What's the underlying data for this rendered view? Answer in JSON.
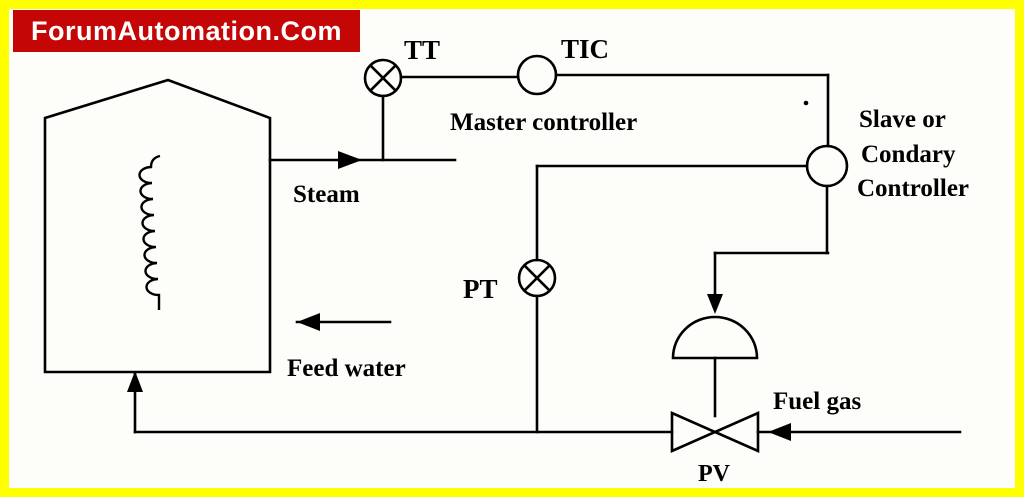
{
  "banner": {
    "text": "ForumAutomation.Com",
    "bg_color": "#c40606",
    "text_color": "#ffffff"
  },
  "frame": {
    "border_color": "#ffff00"
  },
  "diagram": {
    "line_color": "#000000",
    "instruments": {
      "tt": {
        "label": "TT",
        "type": "temperature-transmitter-circle-x"
      },
      "tic": {
        "label": "TIC",
        "type": "controller-circle"
      },
      "pt": {
        "label": "PT",
        "type": "pressure-transmitter-circle-x"
      },
      "slave": {
        "label_lines": [
          "Slave or",
          "Condary",
          "Controller"
        ],
        "type": "controller-circle"
      }
    },
    "labels": {
      "master_controller": "Master controller",
      "steam": "Steam",
      "feed_water": "Feed water",
      "fuel_gas": "Fuel gas",
      "pv": "PV"
    }
  }
}
